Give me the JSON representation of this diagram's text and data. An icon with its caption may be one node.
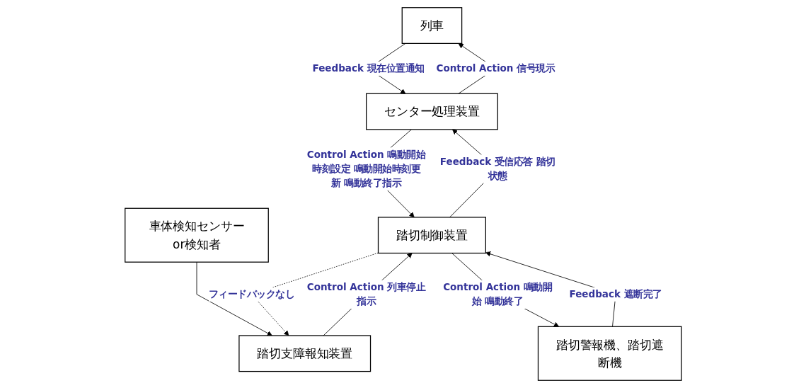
{
  "diagram": {
    "nodes": [
      {
        "text": [
          "列車"
        ]
      },
      {
        "text": [
          "センター処理装置"
        ]
      },
      {
        "text": [
          "車体検知センサーor検知者"
        ]
      },
      {
        "text": [
          "踏切制御装置"
        ]
      },
      {
        "text": [
          "踏切支障報知装置"
        ]
      },
      {
        "text": [
          "踏切警報機、踏切遮断機"
        ]
      }
    ],
    "edges": [
      {
        "from": 0,
        "to": 1,
        "arrow": "to",
        "label": "Feedback 現在位置通知"
      },
      {
        "from": 1,
        "to": 0,
        "arrow": "to",
        "label": "Control Action 信号現示"
      },
      {
        "from": 1,
        "to": 3,
        "arrow": "to",
        "label": "Control Action 鳴動開始時刻設定 鳴動開始時刻更新 鳴動終了指示"
      },
      {
        "from": 3,
        "to": 1,
        "arrow": "to",
        "label": "Feedback 受信応答 踏切状態"
      },
      {
        "from": 2,
        "to": 4,
        "arrow": "to"
      },
      {
        "from": 4,
        "to": 3,
        "arrow": "to",
        "label": "Control Action 列車停止指示"
      },
      {
        "from": 3,
        "to": 4,
        "arrow": "to",
        "label": "フィードバックなし",
        "style": "dashed"
      },
      {
        "from": 3,
        "to": 5,
        "arrow": "to",
        "label": "Control Action 鳴動開始 鳴動終了"
      },
      {
        "from": 5,
        "to": 3,
        "arrow": "to",
        "label": "Feedback 遮断完了"
      }
    ]
  }
}
